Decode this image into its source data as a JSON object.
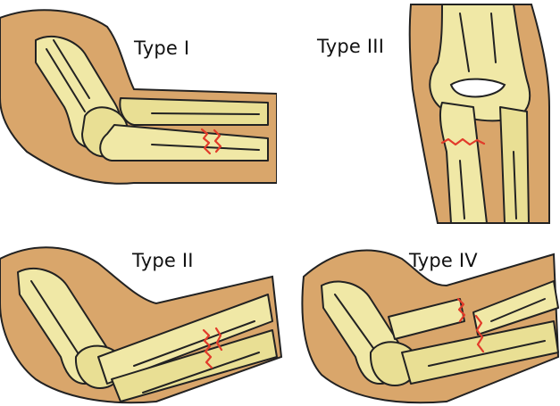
{
  "panels": [
    {
      "label": "Type I"
    },
    {
      "label": "Type III"
    },
    {
      "label": "Type II"
    },
    {
      "label": "Type IV"
    }
  ]
}
